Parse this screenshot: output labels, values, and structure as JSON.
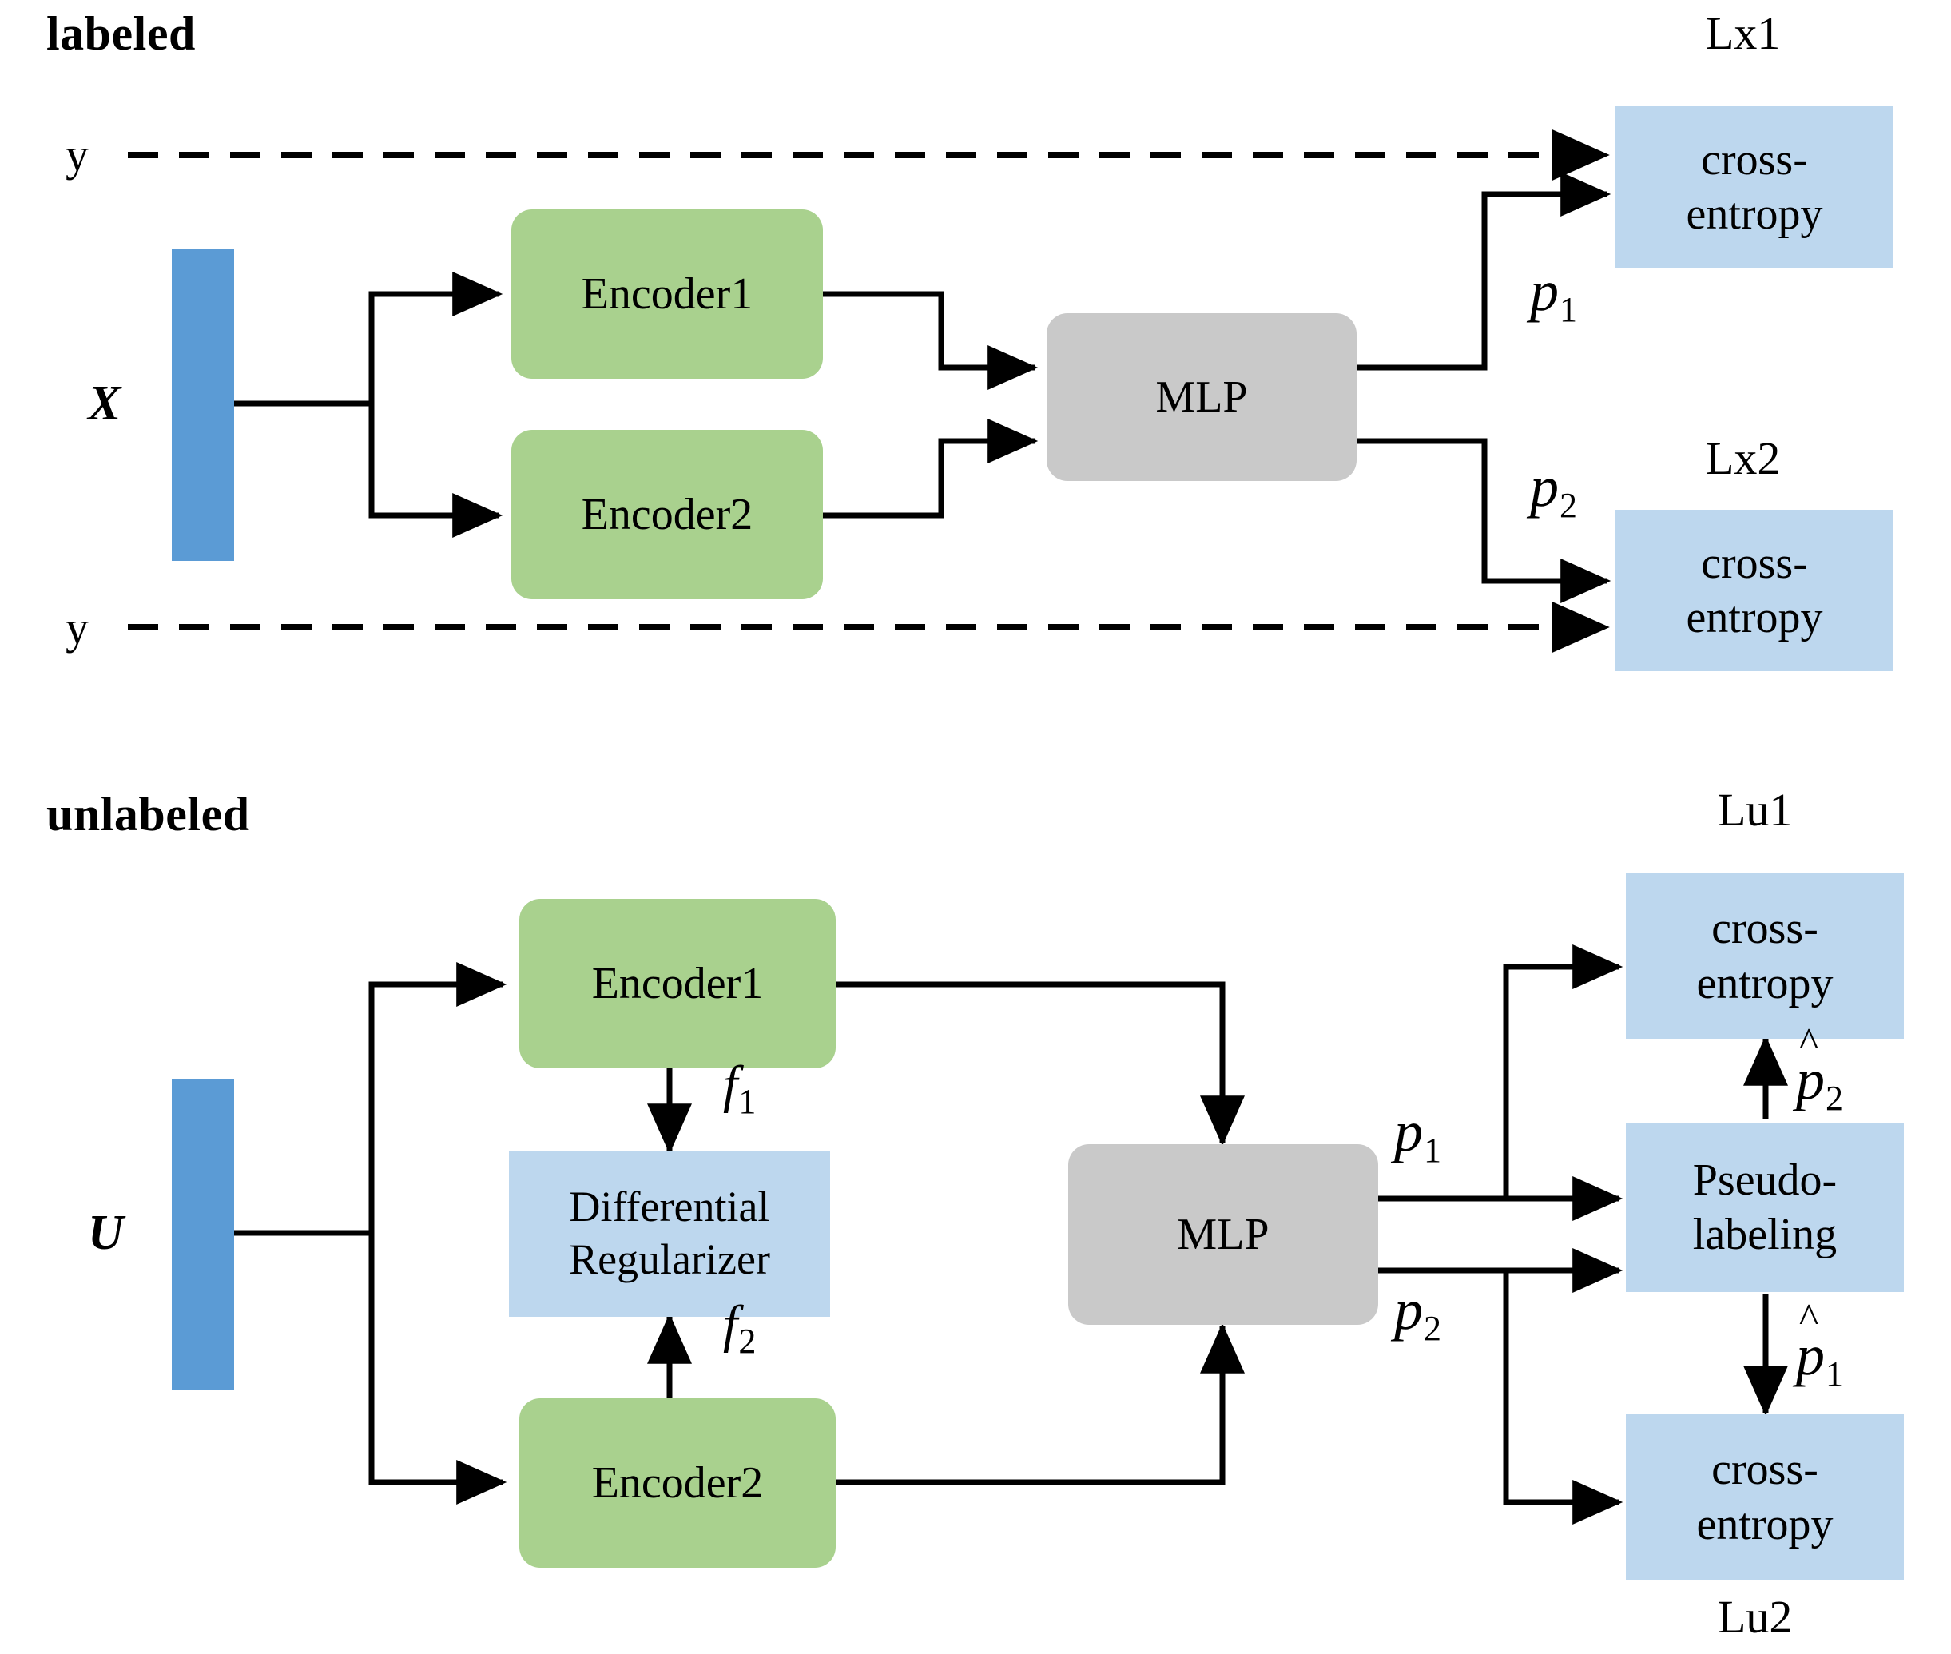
{
  "diagram": {
    "title_labeled": "labeled",
    "title_unlabeled": "unlabeled"
  },
  "labeled": {
    "section_label": "labeled",
    "input_symbol": "X",
    "target_top": "y",
    "target_bottom": "y",
    "encoder1": "Encoder1",
    "encoder2": "Encoder2",
    "mlp": "MLP",
    "loss_top_name": "Lx1",
    "loss_bottom_name": "Lx2",
    "loss_top_line1": "cross-",
    "loss_top_line2": "entropy",
    "loss_bottom_line1": "cross-",
    "loss_bottom_line2": "entropy",
    "p1": "p",
    "p1_sub": "1",
    "p2": "p",
    "p2_sub": "2"
  },
  "unlabeled": {
    "section_label": "unlabeled",
    "input_symbol": "U",
    "encoder1": "Encoder1",
    "encoder2": "Encoder2",
    "mlp": "MLP",
    "regularizer_line1": "Differential",
    "regularizer_line2": "Regularizer",
    "pseudo_line1": "Pseudo-",
    "pseudo_line2": "labeling",
    "loss_top_name": "Lu1",
    "loss_bottom_name": "Lu2",
    "loss_top_line1": "cross-",
    "loss_top_line2": "entropy",
    "loss_bottom_line1": "cross-",
    "loss_bottom_line2": "entropy",
    "f1": "f",
    "f1_sub": "1",
    "f2": "f",
    "f2_sub": "2",
    "p1": "p",
    "p1_sub": "1",
    "p2": "p",
    "p2_sub": "2",
    "phat2": "p",
    "phat2_sub": "2",
    "phat1": "p",
    "phat1_sub": "1",
    "hat": "^"
  },
  "colors": {
    "encoder_green": "#A9D18E",
    "loss_blue": "#BDD7EE",
    "input_bar_blue": "#5B9BD5",
    "mlp_gray": "#C9C9C9",
    "stroke_black": "#000000"
  }
}
